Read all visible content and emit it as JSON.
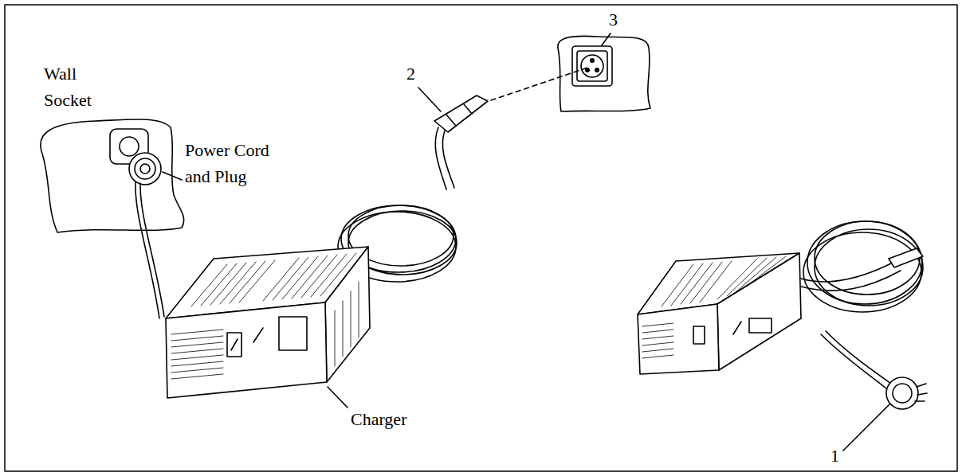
{
  "diagram": {
    "labels": [
      "Wall Socket",
      "Power Cord and Plug",
      "Charger",
      "2",
      "3",
      "1"
    ]
  }
}
